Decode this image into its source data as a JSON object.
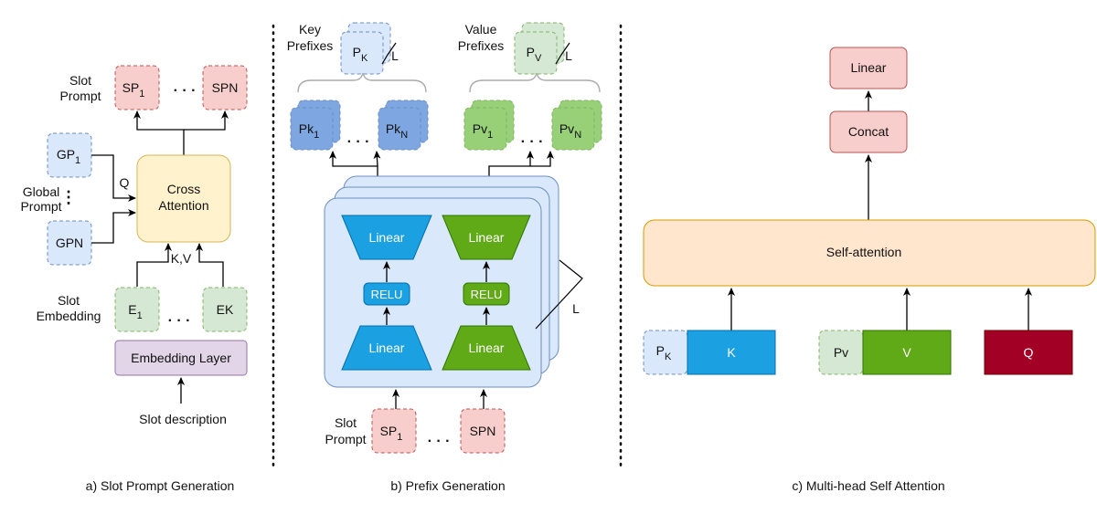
{
  "panels": {
    "a": {
      "caption": "a) Slot Prompt Generation",
      "slot_prompt_label_1": "Slot",
      "slot_prompt_label_2": "Prompt",
      "sp1": "SP",
      "sp1_sub": "1",
      "spn": "SPN",
      "gp1": "GP",
      "gp1_sub": "1",
      "gpn": "GPN",
      "global_prompt_1": "Global",
      "global_prompt_2": "Prompt",
      "q_label": "Q",
      "kv_label": "K,V",
      "cross_attention_1": "Cross",
      "cross_attention_2": "Attention",
      "slot_embedding_1": "Slot",
      "slot_embedding_2": "Embedding",
      "e1": "E",
      "e1_sub": "1",
      "ek": "EK",
      "embedding_layer": "Embedding Layer",
      "slot_description": "Slot description",
      "dots": "· · ·",
      "vdots": "⋮"
    },
    "b": {
      "caption": "b) Prefix Generation",
      "key_prefixes_1": "Key",
      "key_prefixes_2": "Prefixes",
      "value_prefixes_1": "Value",
      "value_prefixes_2": "Prefixes",
      "pk": "P",
      "pk_sub": "K",
      "pv": "P",
      "pv_sub": "V",
      "l_label": "L",
      "pk1": "Pk",
      "pk1_sub": "1",
      "pkn": "Pk",
      "pkn_sub": "N",
      "pv1": "Pv",
      "pv1_sub": "1",
      "pvn": "Pv",
      "pvn_sub": "N",
      "linear": "Linear",
      "relu": "RELU",
      "stack_label": "L",
      "slot_prompt_1": "Slot",
      "slot_prompt_2": "Prompt",
      "sp1": "SP",
      "sp1_sub": "1",
      "spn": "SPN",
      "dots": "· · ·"
    },
    "c": {
      "caption": "c) Multi-head Self Attention",
      "linear": "Linear",
      "concat": "Concat",
      "self_attention": "Self-attention",
      "pk": "P",
      "pk_sub": "K",
      "k": "K",
      "pv": "Pv",
      "v": "V",
      "q": "Q"
    }
  },
  "colors": {
    "red_fill": "#f8cecc",
    "red_stroke": "#b85450",
    "blue_fill": "#dae8fc",
    "blue_stroke": "#6c8ebf",
    "green_fill": "#d5e8d4",
    "green_stroke": "#82b366",
    "yellow_fill": "#fff2cc",
    "yellow_stroke": "#d6b656",
    "purple_fill": "#e1d5e7",
    "purple_stroke": "#9673a6",
    "orange_fill": "#ffe6cc",
    "orange_stroke": "#d79b00",
    "k_fill": "#1ba1e2",
    "v_fill": "#60a917",
    "q_fill": "#a20025",
    "pk_fill": "#7ea6e0",
    "pv_fill": "#97d077"
  }
}
